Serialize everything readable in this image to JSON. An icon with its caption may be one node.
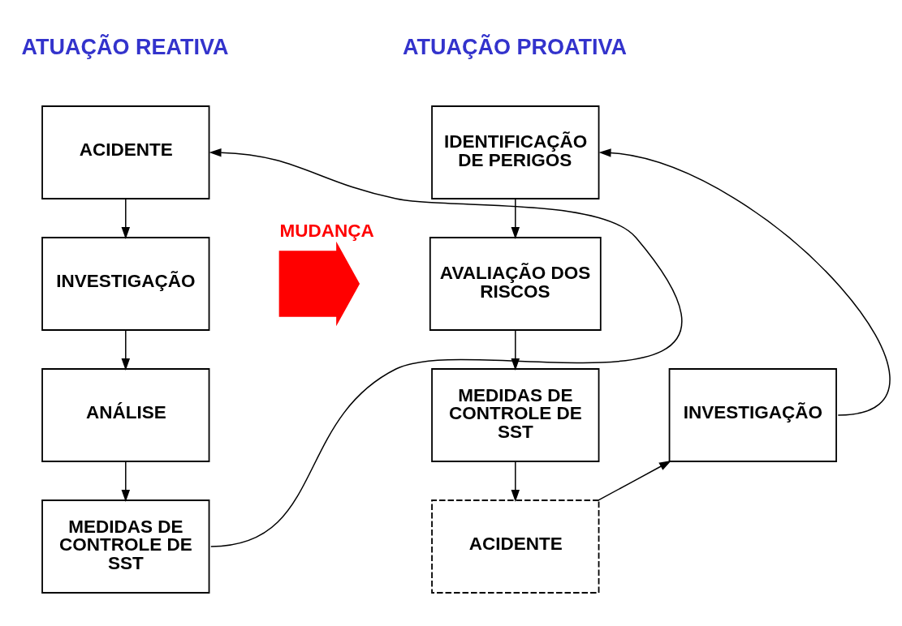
{
  "diagram": {
    "nodes": [
      {
        "text": [
          "ACIDENTE"
        ]
      },
      {
        "text": [
          "INVESTIGAÇÃO"
        ]
      },
      {
        "text": [
          "ANÁLISE"
        ]
      },
      {
        "text": [
          "MEDIDAS DE CONTROLE DE SST"
        ]
      },
      {
        "text": [],
        "shape": "arrow",
        "beside": [
          "MUDANÇA"
        ]
      },
      {
        "text": [
          "IDENTIFICAÇÃO DE PERIGOS"
        ]
      },
      {
        "text": [
          "AVALIAÇÃO DOS RISCOS"
        ]
      },
      {
        "text": [
          "MEDIDAS DE CONTROLE DE SST"
        ]
      },
      {
        "text": [
          "ACIDENTE"
        ]
      },
      {
        "text": [
          "INVESTIGAÇÃO"
        ]
      }
    ],
    "edges": [
      {
        "from": 0,
        "to": 1,
        "arrow": "to"
      },
      {
        "from": 1,
        "to": 2,
        "arrow": "to"
      },
      {
        "from": 2,
        "to": 3,
        "arrow": "to"
      },
      {
        "from": 3,
        "to": 0,
        "arrow": "to"
      },
      {
        "from": 5,
        "to": 6,
        "arrow": "to"
      },
      {
        "from": 6,
        "to": 7,
        "arrow": "to"
      },
      {
        "from": 7,
        "to": 8,
        "arrow": "to"
      },
      {
        "from": 8,
        "to": 9,
        "arrow": "to"
      },
      {
        "from": 9,
        "to": 5,
        "arrow": "to"
      }
    ],
    "labels": [
      "ATUAÇÃO REATIVA",
      "ATUAÇÃO PROATIVA"
    ]
  }
}
